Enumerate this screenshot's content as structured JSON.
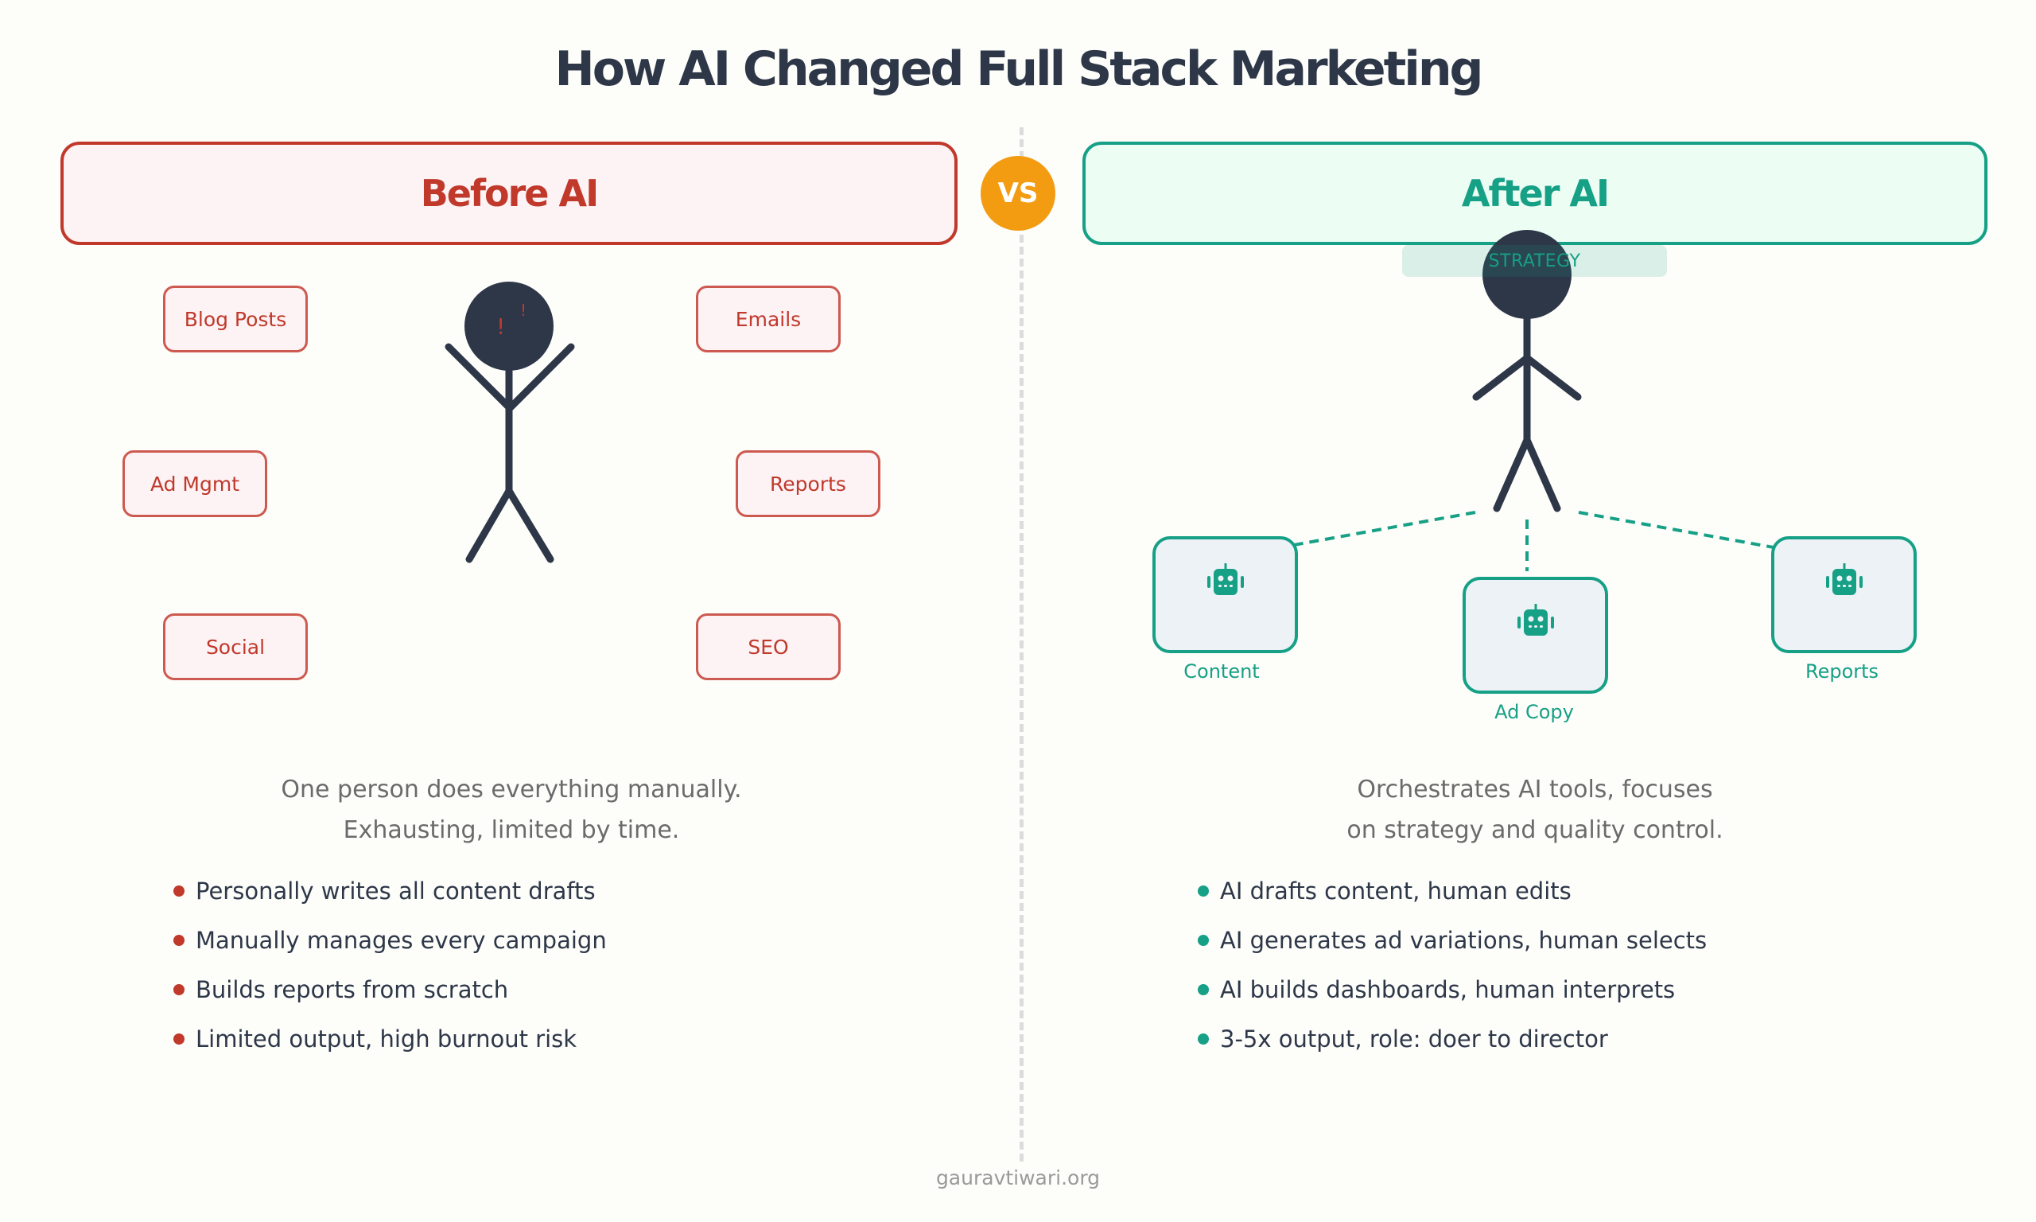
{
  "title": "How AI Changed Full Stack Marketing",
  "vs_label": "VS",
  "colors": {
    "before": "#c0392b",
    "after": "#16a085",
    "vs": "#f39c12",
    "figure": "#2d3748"
  },
  "before": {
    "header": "Before AI",
    "tasks": [
      "Blog Posts",
      "Emails",
      "Ad Mgmt",
      "Reports",
      "Social",
      "SEO"
    ],
    "figure_marks": [
      "!",
      "!"
    ],
    "description": [
      "One person does everything manually.",
      "Exhausting, limited by time."
    ],
    "bullets": [
      "Personally writes all content drafts",
      "Manually manages every campaign",
      "Builds reports from scratch",
      "Limited output, high burnout risk"
    ]
  },
  "after": {
    "header": "After AI",
    "banner": "STRATEGY",
    "tools": [
      {
        "label": "Content",
        "icon": "robot-icon"
      },
      {
        "label": "Ad Copy",
        "icon": "robot-icon"
      },
      {
        "label": "Reports",
        "icon": "robot-icon"
      }
    ],
    "description": [
      "Orchestrates AI tools, focuses",
      "on strategy and quality control."
    ],
    "bullets": [
      "AI drafts content, human edits",
      "AI generates ad variations, human selects",
      "AI builds dashboards, human interprets",
      "3-5x output, role: doer to director"
    ]
  },
  "footer": "gauravtiwari.org"
}
